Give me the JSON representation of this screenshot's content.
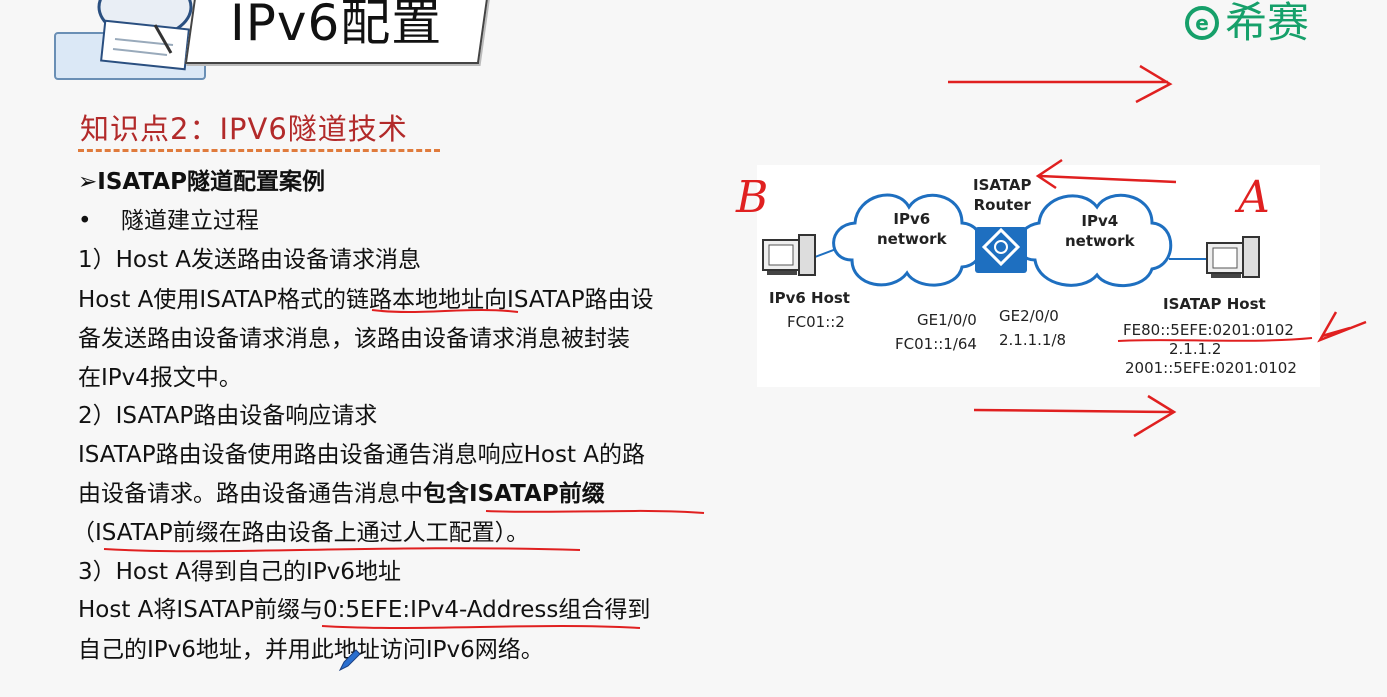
{
  "header": {
    "title": "IPv6配置"
  },
  "brand": {
    "logo_mark": "e",
    "logo_text": "希赛",
    "color": "#16a06a"
  },
  "section": {
    "heading": "知识点2：IPV6隧道技术",
    "heading_color": "#b22a2a"
  },
  "content": {
    "case_title": "➢ISATAP隧道配置案例",
    "bullet_marker": "•",
    "bullet": "隧道建立过程",
    "step1_title": "1）Host A发送路由设备请求消息",
    "step1_line1": "Host A使用ISATAP格式的链路本地地址向ISATAP路由设",
    "step1_line2": "备发送路由设备请求消息，该路由设备请求消息被封装",
    "step1_line3": "在IPv4报文中。",
    "step2_title": "2）ISATAP路由设备响应请求",
    "step2_line1": "ISATAP路由设备使用路由设备通告消息响应Host A的路",
    "step2_line2_normal": "由设备请求。路由设备通告消息中",
    "step2_line2_bold": "包含ISATAP前缀",
    "step2_line3": "（ISATAP前缀在路由设备上通过人工配置）。",
    "step3_title": "3）Host A得到自己的IPv6地址",
    "step3_line1": "Host A将ISATAP前缀与0:5EFE:IPv4-Address组合得到",
    "step3_line2": "自己的IPv6地址，并用此地址访问IPv6网络。"
  },
  "diagram": {
    "router_label_line1": "ISATAP",
    "router_label_line2": "Router",
    "ipv6_cloud_line1": "IPv6",
    "ipv6_cloud_line2": "network",
    "ipv4_cloud_line1": "IPv4",
    "ipv4_cloud_line2": "network",
    "ipv6_host_name": "IPv6 Host",
    "ipv6_host_addr": "FC01::2",
    "router_if1_name": "GE1/0/0",
    "router_if1_addr": "FC01::1/64",
    "router_if2_name": "GE2/0/0",
    "router_if2_addr": "2.1.1.1/8",
    "isatap_host_name": "ISATAP Host",
    "isatap_host_addr1": "FE80::5EFE:0201:0102",
    "isatap_host_addr2": "2.1.1.2",
    "isatap_host_addr3": "2001::5EFE:0201:0102",
    "router_color": "#1e6fc0"
  },
  "annotations": {
    "letter_b": "B",
    "letter_a": "A",
    "ink_color": "#e02020"
  }
}
